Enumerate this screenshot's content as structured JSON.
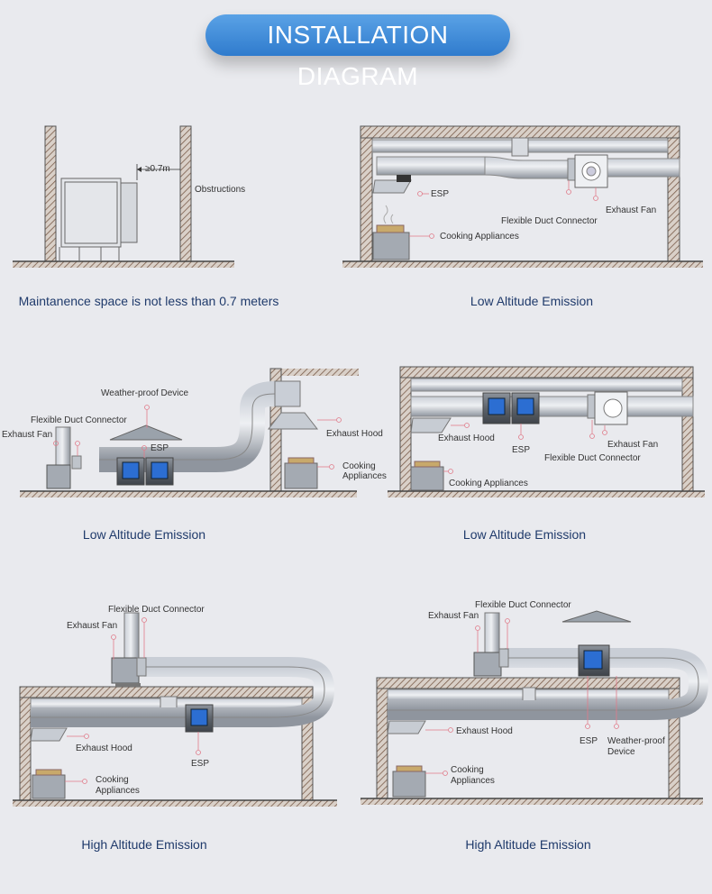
{
  "title": "INSTALLATION DIAGRAM",
  "panels": {
    "p1": {
      "caption": "Maintanence space is not less than 0.7 meters",
      "dimension": "≥0.7m",
      "obstructions": "Obstructions"
    },
    "p2": {
      "caption": "Low Altitude Emission",
      "esp": "ESP",
      "exhaust_fan": "Exhaust Fan",
      "connector": "Flexible Duct Connector",
      "cooking": "Cooking  Appliances"
    },
    "p3": {
      "caption": "Low Altitude Emission",
      "weather": "Weather-proof Device",
      "connector": "Flexible Duct Connector",
      "exhaust_fan": "Exhaust Fan",
      "esp": "ESP",
      "hood": "Exhaust Hood",
      "cooking_1": "Cooking",
      "cooking_2": "Appliances"
    },
    "p4": {
      "caption": "Low Altitude Emission",
      "hood": "Exhaust Hood",
      "esp": "ESP",
      "exhaust_fan": "Exhaust Fan",
      "connector": "Flexible Duct Connector",
      "cooking": "Cooking  Appliances"
    },
    "p5": {
      "caption": "High Altitude Emission",
      "connector": "Flexible Duct Connector",
      "exhaust_fan": "Exhaust Fan",
      "hood": "Exhaust Hood",
      "esp": "ESP",
      "cooking_1": "Cooking",
      "cooking_2": "Appliances"
    },
    "p6": {
      "caption": "High Altitude Emission",
      "connector": "Flexible Duct Connector",
      "exhaust_fan": "Exhaust Fan",
      "hood": "Exhaust Hood",
      "esp": "ESP",
      "weather_1": "Weather-proof",
      "weather_2": "Device",
      "cooking_1": "Cooking",
      "cooking_2": "Appliances"
    }
  }
}
